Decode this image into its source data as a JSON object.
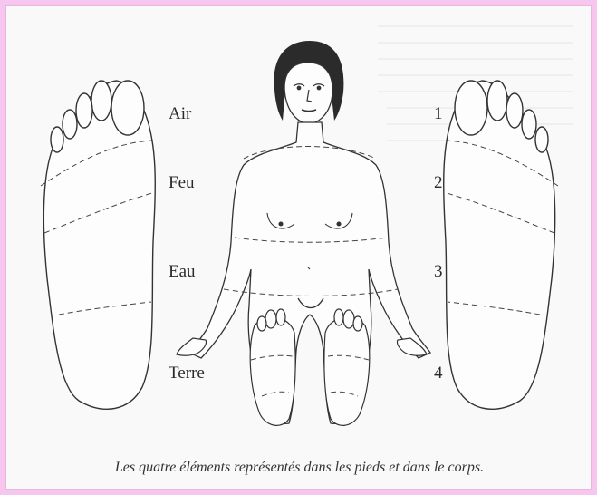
{
  "elements": [
    {
      "name": "Air",
      "number": "1"
    },
    {
      "name": "Feu",
      "number": "2"
    },
    {
      "name": "Eau",
      "number": "3"
    },
    {
      "name": "Terre",
      "number": "4"
    }
  ],
  "caption": "Les quatre éléments représentés dans les pieds et dans  le corps.",
  "colors": {
    "border": "#f7c6ef",
    "paper": "#f9f9f9",
    "ink": "#2a2a2a"
  }
}
